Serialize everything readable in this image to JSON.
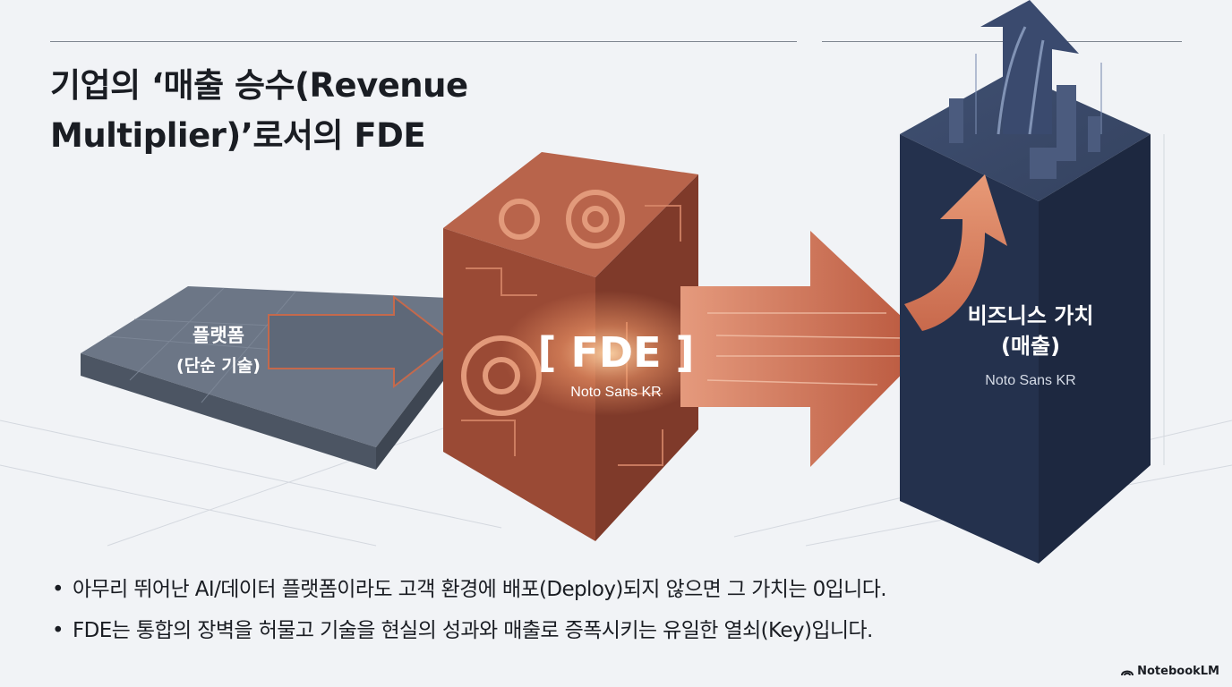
{
  "title": {
    "line1": "기업의 ‘매출 승수(Revenue",
    "line2": "Multiplier)’로서의 FDE"
  },
  "platform": {
    "label": "플랫폼",
    "sub": "(단순 기술)"
  },
  "fde": {
    "label": "[ FDE ]",
    "font_note": "Noto Sans KR"
  },
  "value": {
    "label1": "비즈니스 가치",
    "label2": "(매출)",
    "font_note": "Noto Sans KR"
  },
  "bullets": [
    "아무리 뛰어난 AI/데이터 플랫폼이라도 고객 환경에 배포(Deploy)되지 않으면 그 가치는 0입니다.",
    "FDE는 통합의 장벽을 허물고 기술을 현실의 성과와 매출로 증폭시키는 유일한 열쇠(Key)입니다."
  ],
  "brand": {
    "name": "NotebookLM",
    "icon": "notebooklm-logo-icon"
  },
  "colors": {
    "background": "#f1f3f6",
    "platform_slab": "#5b6676",
    "fde_cube": "#a9553f",
    "arrow_orange": "#c8694c",
    "value_tower": "#2b3a5a"
  }
}
